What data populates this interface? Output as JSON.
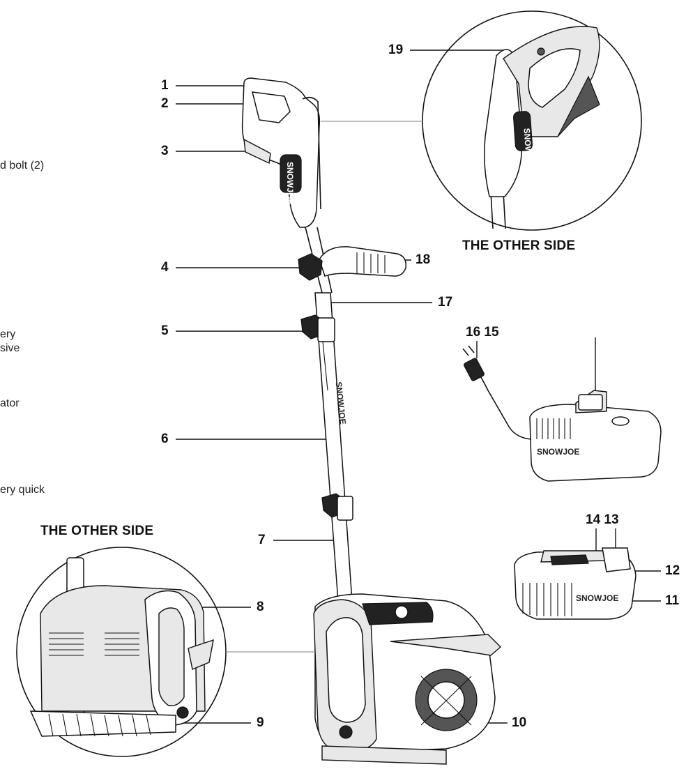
{
  "side_texts": [
    {
      "id": "bolt",
      "text": "d bolt (2)"
    },
    {
      "id": "battery",
      "text": "ery"
    },
    {
      "id": "sive",
      "text": "sive"
    },
    {
      "id": "ator",
      "text": "ator"
    },
    {
      "id": "quick",
      "text": "ery quick"
    }
  ],
  "callouts": {
    "c1": "1",
    "c2": "2",
    "c3": "3",
    "c4": "4",
    "c5": "5",
    "c6": "6",
    "c7": "7",
    "c8": "8",
    "c9": "9",
    "c10": "10",
    "c11": "11",
    "c12": "12",
    "c13_14": "14 13",
    "c15_16": "16 15",
    "c17": "17",
    "c18": "18",
    "c19": "19"
  },
  "captions": {
    "other_side_top": "THE OTHER SIDE",
    "other_side_bottom": "THE OTHER SIDE"
  },
  "brand": {
    "pole": "SNOWJOE",
    "charger": "SNOWJOE",
    "battery": "SNOWJOE"
  }
}
